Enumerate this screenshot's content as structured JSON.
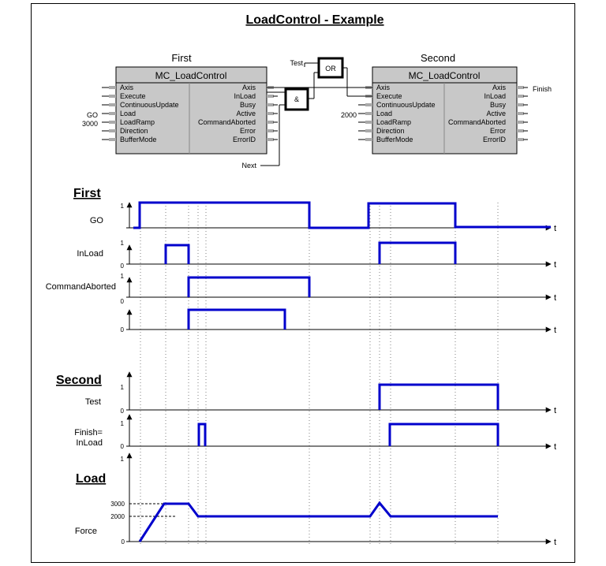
{
  "title": "LoadControl - Example",
  "blocks": {
    "first": {
      "header": "First",
      "name": "MC_LoadControl",
      "inputs": [
        "Axis",
        "Execute",
        "ContinuousUpdate",
        "Load",
        "LoadRamp",
        "Direction",
        "BufferMode"
      ],
      "outputs": [
        "Axis",
        "InLoad",
        "Busy",
        "Active",
        "CommandAborted",
        "Error",
        "ErrorID"
      ],
      "input_values": {
        "load": "GO",
        "loadramp": "3000"
      }
    },
    "second": {
      "header": "Second",
      "name": "MC_LoadControl",
      "inputs": [
        "Axis",
        "Execute",
        "ContinuousUpdate",
        "Load",
        "LoadRamp",
        "Direction",
        "BufferMode"
      ],
      "outputs": [
        "Axis",
        "InLoad",
        "Busy",
        "Active",
        "CommandAborted",
        "Error",
        "ErrorID"
      ],
      "input_values": {
        "load": "2000"
      },
      "output_values": {
        "axis": "Finish"
      }
    }
  },
  "gates": {
    "or": "OR",
    "and": "&",
    "test_label": "Test",
    "next_label": "Next"
  },
  "sections": {
    "first": "First",
    "second": "Second",
    "load": "Load"
  },
  "signals": {
    "go": "GO",
    "inload": "InLoad",
    "command_aborted": "CommandAborted",
    "test": "Test",
    "finish_line1": "Finish=",
    "finish_line2": "InLoad",
    "force": "Force"
  },
  "axis": {
    "time_label": "t",
    "one": "1",
    "zero": "0",
    "force_ticks": [
      "3000",
      "2000",
      "0"
    ]
  },
  "colors": {
    "signal": "#0000cc",
    "block_fill": "#c8c8c8",
    "grid": "#808080"
  }
}
